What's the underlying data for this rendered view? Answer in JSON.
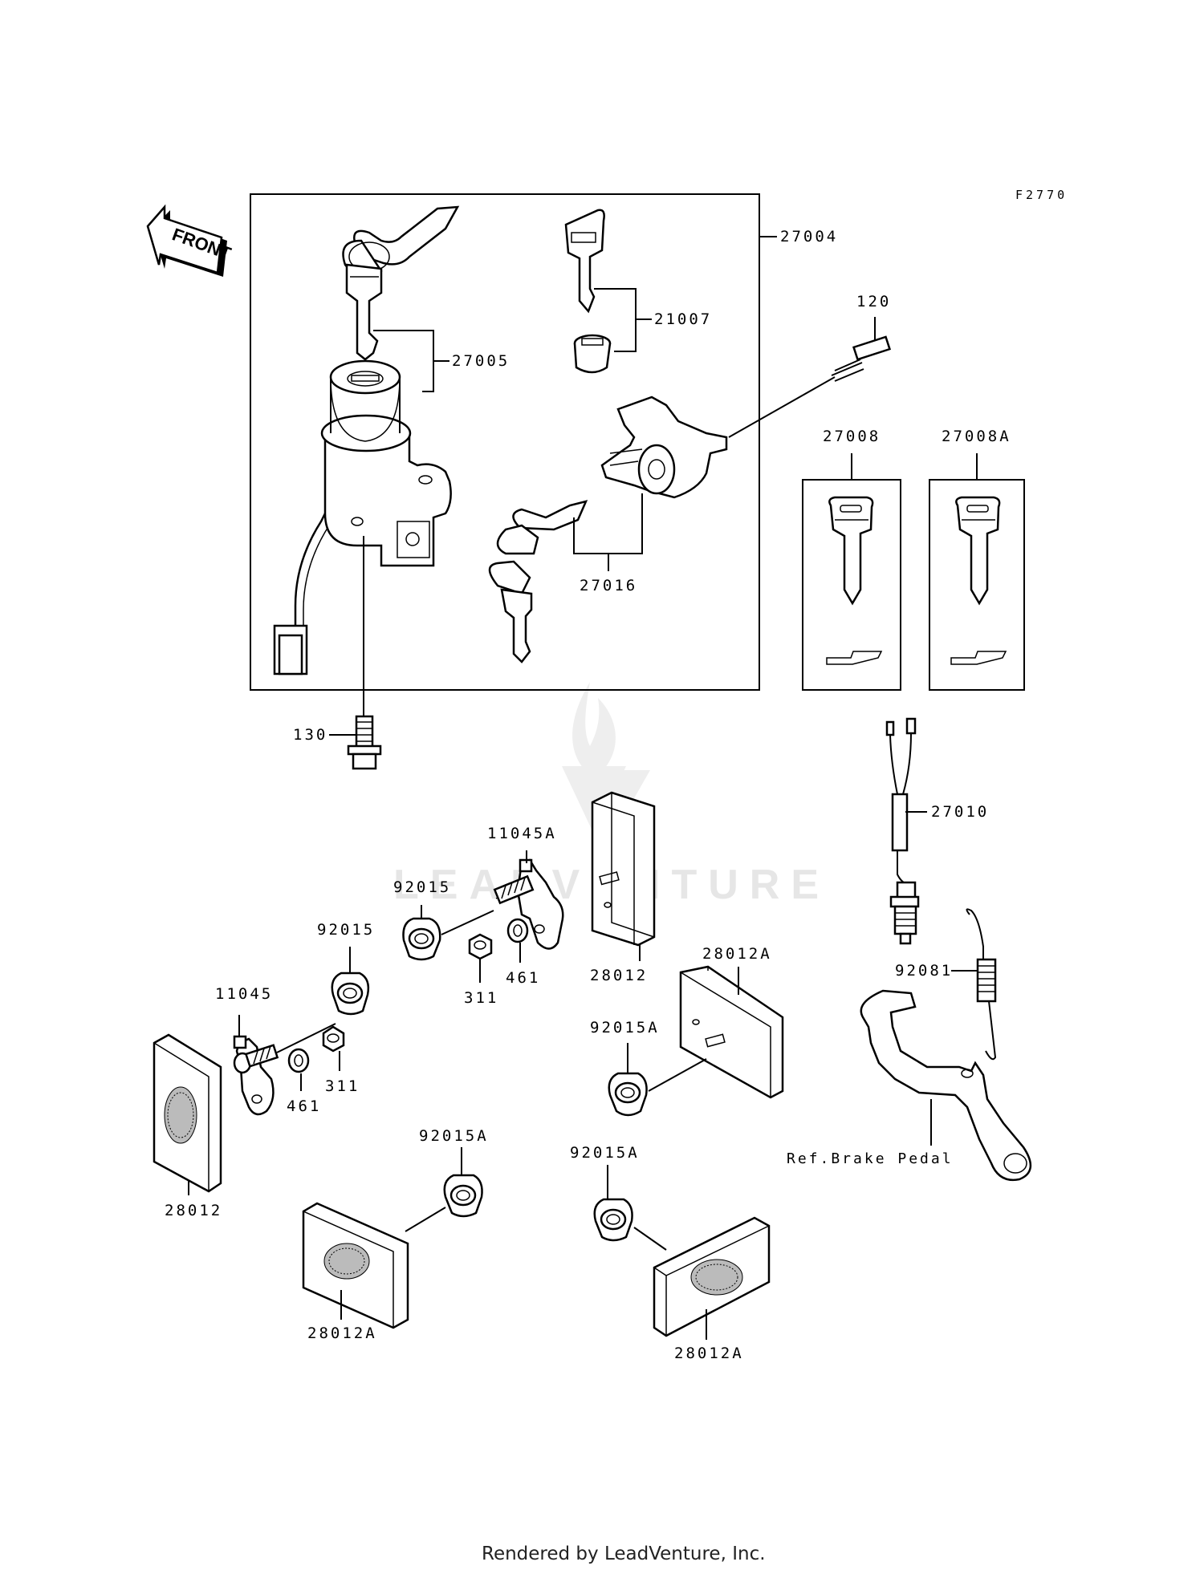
{
  "figure_id": "F2770",
  "front_label": "FRONT",
  "labels": {
    "p27004": "27004",
    "p27005": "27005",
    "p21007": "21007",
    "p120": "120",
    "p27016": "27016",
    "p27008": "27008",
    "p27008A": "27008A",
    "p130": "130",
    "p27010": "27010",
    "p11045A": "11045A",
    "p92015_a": "92015",
    "p92015_b": "92015",
    "p28012_a": "28012",
    "p311_a": "311",
    "p461_a": "461",
    "p28012A_a": "28012A",
    "p92015A_a": "92015A",
    "p92081": "92081",
    "p11045": "11045",
    "p461_b": "461",
    "p311_b": "311",
    "p28012_b": "28012",
    "p92015A_b": "92015A",
    "p92015A_c": "92015A",
    "p28012A_b": "28012A",
    "p28012A_c": "28012A"
  },
  "ref_brake_pedal": "Ref.Brake Pedal",
  "watermark": "LEADVENTURE",
  "footer": "Rendered by LeadVenture, Inc."
}
